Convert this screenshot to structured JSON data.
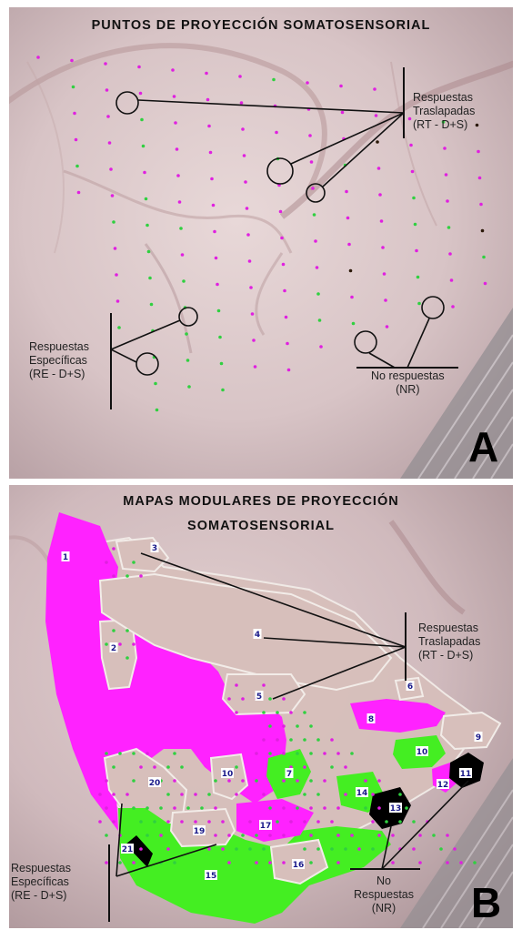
{
  "panel_a": {
    "title": "PUNTOS DE PROYECCIÓN SOMATOSENSORIAL",
    "letter": "A",
    "overlapped_label": [
      "Respuestas",
      "Traslapadas",
      "(RT - D+S)"
    ],
    "specific_label": [
      "Respuestas",
      "Específicas",
      "(RE - D+S)"
    ],
    "no_response_label": [
      "No respuestas",
      "(NR)"
    ]
  },
  "panel_b": {
    "title_line1": "MAPAS MODULARES DE PROYECCIÓN",
    "title_line2": "SOMATOSENSORIAL",
    "letter": "B",
    "overlapped_label": [
      "Respuestas",
      "Traslapadas",
      "(RT - D+S)"
    ],
    "specific_label": [
      "Respuestas",
      "Específicas",
      "(RE - D+S)"
    ],
    "no_response_label": [
      "No",
      "Respuestas",
      "(NR)"
    ],
    "module_numbers": [
      "1",
      "2",
      "3",
      "4",
      "5",
      "6",
      "7",
      "8",
      "9",
      "10",
      "10",
      "11",
      "12",
      "13",
      "14",
      "15",
      "16",
      "17",
      "19",
      "20",
      "21"
    ]
  },
  "colors": {
    "overlapped": "#e020e0",
    "specific": "#30d040",
    "no_response": "#000000",
    "mixed_region": "#d8c0bc"
  }
}
